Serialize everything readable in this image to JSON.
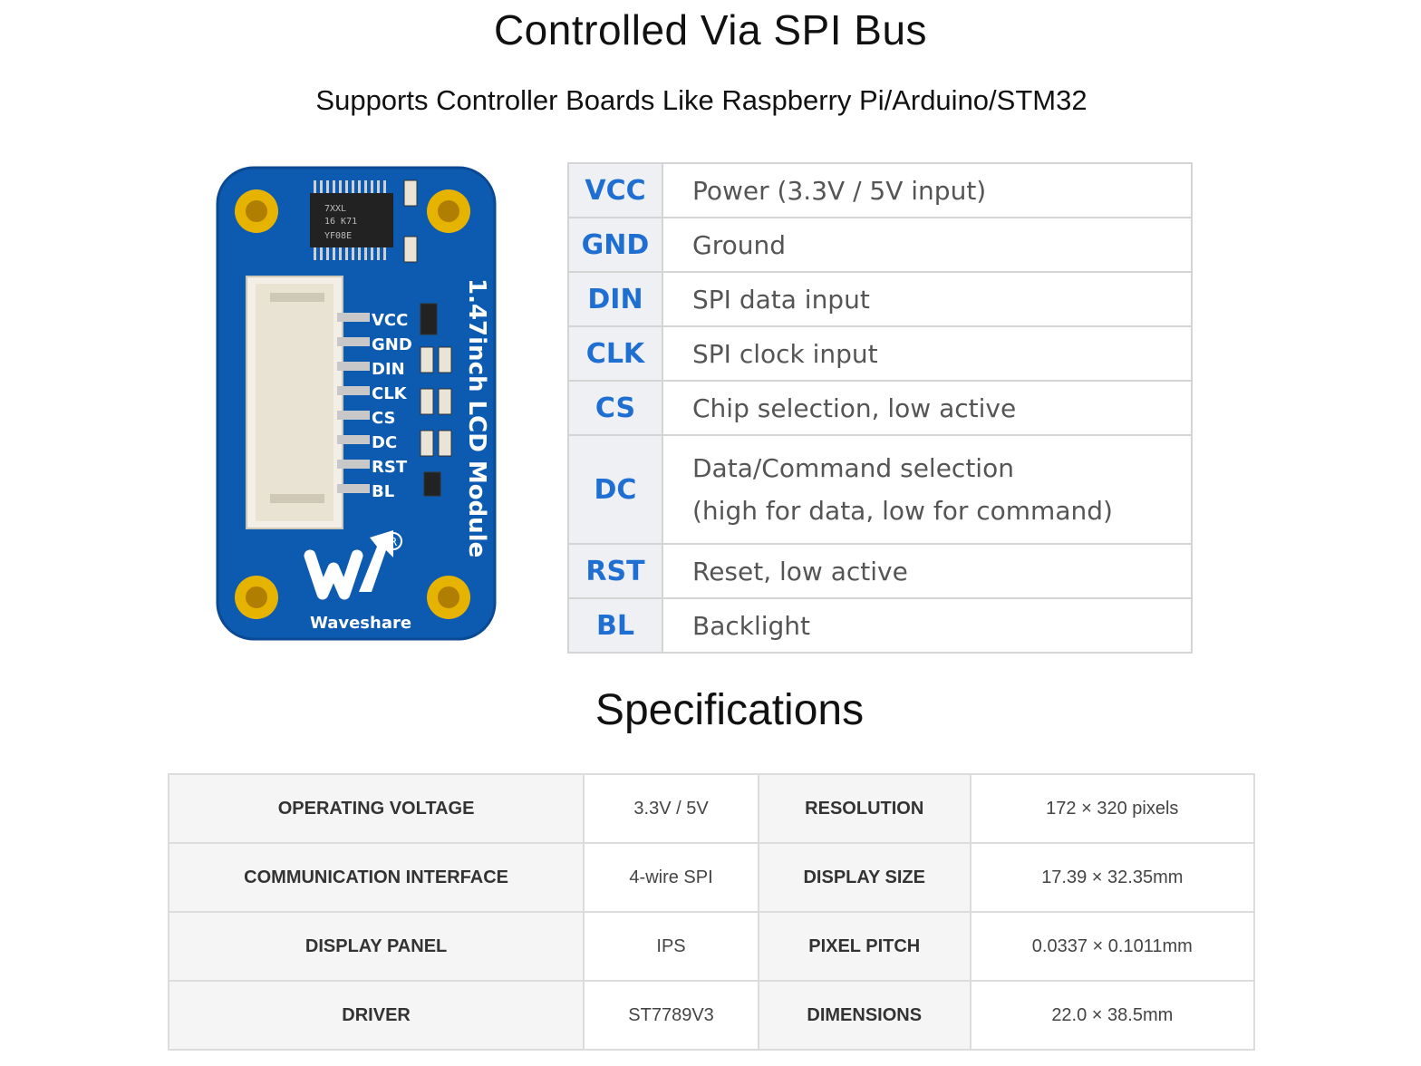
{
  "header": {
    "title": "Controlled Via SPI Bus",
    "subtitle": "Supports Controller Boards Like Raspberry Pi/Arduino/STM32"
  },
  "board": {
    "module_label": "1.47inch LCD Module",
    "brand": "Waveshare",
    "chip_marks": [
      "7XXL",
      "16 K71",
      "YF08E"
    ],
    "pin_labels": [
      "VCC",
      "GND",
      "DIN",
      "CLK",
      "CS",
      "DC",
      "RST",
      "BL"
    ],
    "colors": {
      "pcb": "#0d5bb0",
      "pad": "#e6b400",
      "connector": "#f3efe6"
    }
  },
  "pins": [
    {
      "name": "VCC",
      "desc": "Power (3.3V / 5V input)"
    },
    {
      "name": "GND",
      "desc": "Ground"
    },
    {
      "name": "DIN",
      "desc": "SPI data input"
    },
    {
      "name": "CLK",
      "desc": "SPI clock input"
    },
    {
      "name": "CS",
      "desc": "Chip selection, low active"
    },
    {
      "name": "DC",
      "desc": "Data/Command selection",
      "desc2": "(high for data, low for command)"
    },
    {
      "name": "RST",
      "desc": "Reset, low active"
    },
    {
      "name": "BL",
      "desc": "Backlight"
    }
  ],
  "specs_title": "Specifications",
  "specs": [
    {
      "l1": "OPERATING VOLTAGE",
      "v1": "3.3V / 5V",
      "l2": "RESOLUTION",
      "v2": "172 × 320 pixels"
    },
    {
      "l1": "COMMUNICATION INTERFACE",
      "v1": "4-wire SPI",
      "l2": "DISPLAY SIZE",
      "v2": "17.39 × 32.35mm"
    },
    {
      "l1": "DISPLAY PANEL",
      "v1": "IPS",
      "l2": "PIXEL PITCH",
      "v2": "0.0337 × 0.1011mm"
    },
    {
      "l1": "DRIVER",
      "v1": "ST7789V3",
      "l2": "DIMENSIONS",
      "v2": "22.0 × 38.5mm"
    }
  ],
  "colors": {
    "pin_name": "#1f6fd3",
    "pin_cell_bg": "#eef0f3",
    "spec_label_bg": "#f5f5f5"
  }
}
